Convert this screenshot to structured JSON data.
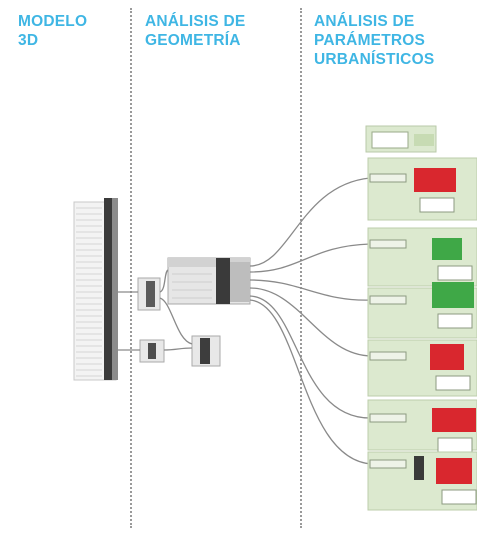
{
  "columns": [
    {
      "id": "modelo",
      "title": "MODELO\n3D"
    },
    {
      "id": "geometria",
      "title": "ANÁLISIS DE\nGEOMETRÍA"
    },
    {
      "id": "parametros",
      "title": "ANÁLISIS DE\nPARÁMETROS\nURBANÍSTICOS"
    }
  ],
  "colors": {
    "heading": "#3fb6e4",
    "panel_green": "#dce9cf",
    "result_red": "#d9272e",
    "result_green": "#3fa847",
    "wire": "#8a8a8a",
    "separator": "#9a9a9a"
  },
  "result_rows": [
    {
      "id": "row-1",
      "status": "fail"
    },
    {
      "id": "row-2",
      "status": "pass"
    },
    {
      "id": "row-3",
      "status": "pass"
    },
    {
      "id": "row-4",
      "status": "fail"
    },
    {
      "id": "row-5",
      "status": "fail"
    },
    {
      "id": "row-6",
      "status": "fail"
    }
  ]
}
